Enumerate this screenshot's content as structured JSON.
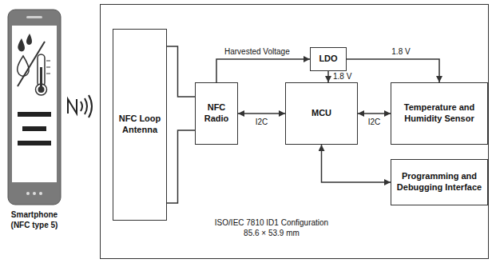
{
  "diagram": {
    "nodes": [
      {
        "text": [
          "ISO/IEC 7810 ID1 Configuration 85.6 × 53.9 mm"
        ]
      },
      {
        "text": [
          "NFC Loop Antenna"
        ],
        "in": 0
      },
      {
        "text": [
          "NFC Radio"
        ],
        "in": 0
      },
      {
        "text": [
          "LDO"
        ],
        "in": 0
      },
      {
        "text": [
          "MCU"
        ],
        "in": 0
      },
      {
        "text": [
          "Temperature and Humidity Sensor"
        ],
        "in": 0
      },
      {
        "text": [
          "Programming and Debugging Interface"
        ],
        "in": 0
      }
    ],
    "edges": [
      {
        "from": 1,
        "to": 2,
        "arrow": "none"
      },
      {
        "from": 1,
        "to": 2,
        "arrow": "none"
      },
      {
        "from": 2,
        "to": 3,
        "arrow": "to",
        "label": "Harvested Voltage"
      },
      {
        "from": 3,
        "to": 4,
        "arrow": "to",
        "label": "1.8 V"
      },
      {
        "from": 3,
        "to": 5,
        "arrow": "to",
        "label": "1.8 V"
      },
      {
        "from": 2,
        "to": 4,
        "arrow": "both",
        "label": "I2C"
      },
      {
        "from": 4,
        "to": 5,
        "arrow": "both",
        "label": "I2C"
      },
      {
        "from": 4,
        "to": 6,
        "arrow": "both"
      }
    ],
    "labels": [
      "Smartphone (NFC type 5)"
    ]
  }
}
